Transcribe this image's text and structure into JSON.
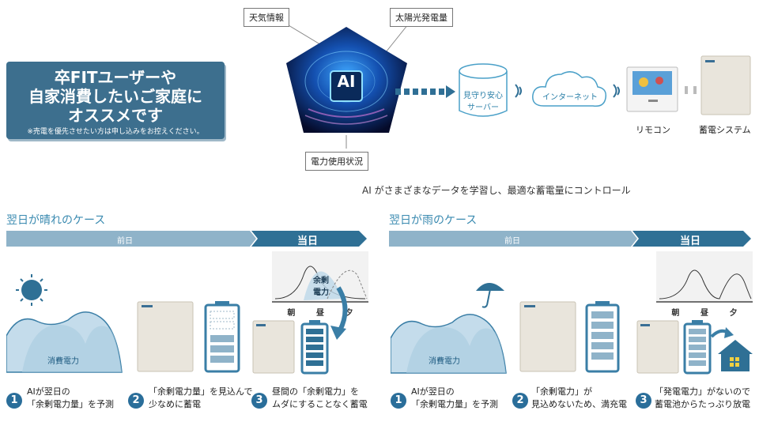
{
  "headline": {
    "line1": "卒FITユーザーや",
    "line2": "自家消費したいご家庭に",
    "line3": "オススメです",
    "note": "※売電を優先させたい方は申し込みをお控えください。"
  },
  "inputs": {
    "weather": "天気情報",
    "solar": "太陽光発電量",
    "usage": "電力使用状況",
    "ai_label": "AI"
  },
  "flow": {
    "server": "見守り安心\nサーバー",
    "server_line1": "見守り安心",
    "server_line2": "サーバー",
    "internet": "インターネット",
    "remote": "リモコン",
    "storage": "蓄電システム",
    "caption": "AI がさまざまなデータを学習し、最適な蓄電量にコントロール"
  },
  "sunny": {
    "title": "翌日が晴れのケース",
    "prev_day": "前日",
    "today": "当日",
    "consumption": "消費電力",
    "surplus_line1": "余剰",
    "surplus_line2": "電力",
    "time_labels": [
      "朝",
      "昼",
      "夕"
    ],
    "steps": [
      {
        "num": "1",
        "line1": "AIが翌日の",
        "line2": "「余剰電力量」を予測"
      },
      {
        "num": "2",
        "line1": "「余剰電力量」を見込んで",
        "line2": "少なめに蓄電"
      },
      {
        "num": "3",
        "line1": "昼間の「余剰電力」を",
        "line2": "ムダにすることなく蓄電"
      }
    ]
  },
  "rainy": {
    "title": "翌日が雨のケース",
    "prev_day": "前日",
    "today": "当日",
    "consumption": "消費電力",
    "time_labels": [
      "朝",
      "昼",
      "夕"
    ],
    "steps": [
      {
        "num": "1",
        "line1": "AIが翌日の",
        "line2": "「余剰電力量」を予測"
      },
      {
        "num": "2",
        "line1": "「余剰電力」が",
        "line2": "見込めないため、満充電"
      },
      {
        "num": "3",
        "line1": "「発電電力」がないので",
        "line2": "蓄電池からたっぷり放電"
      }
    ]
  },
  "colors": {
    "accent": "#3d6f8e",
    "bar_light": "#8fb3c9",
    "bar_dark": "#2f7095",
    "mountain": "#bcd7e8",
    "battery": "#3a7ea6"
  }
}
